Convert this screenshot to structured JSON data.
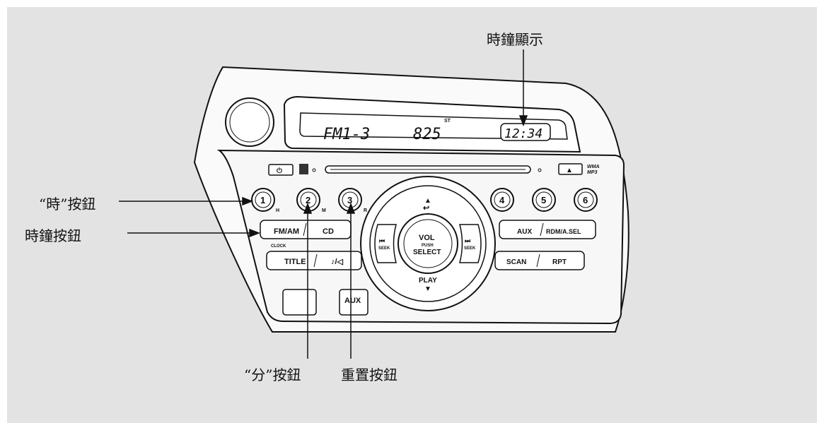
{
  "callouts": {
    "clock_display": "時鐘顯示",
    "hour_button": "“時”按鈕",
    "clock_button": "時鐘按鈕",
    "minute_button": "“分”按鈕",
    "reset_button": "重置按鈕"
  },
  "display": {
    "band": "FM1-3",
    "frequency": "825",
    "stereo": "ST",
    "clock": "12:34"
  },
  "buttons": {
    "power": "⏻",
    "eject": "▲",
    "wma": "WMA",
    "mp3": "MP3",
    "preset1": "1",
    "preset1_sub": "H",
    "preset2": "2",
    "preset2_sub": "M",
    "preset3": "3",
    "preset3_sub": "R",
    "preset4": "4",
    "preset5": "5",
    "preset6": "6",
    "fm_am": "FM/AM",
    "clock_sub": "CLOCK",
    "cd": "CD",
    "title": "TITLE",
    "note": "♪/◁",
    "aux": "AUX",
    "rdm": "RDM/A.SEL",
    "scan": "SCAN",
    "rpt": "RPT",
    "vol": "VOL",
    "push": "PUSH",
    "select": "SELECT",
    "play": "PLAY",
    "seek_left": "SEEK",
    "seek_right": "SEEK",
    "aux_jack": "AUX"
  }
}
